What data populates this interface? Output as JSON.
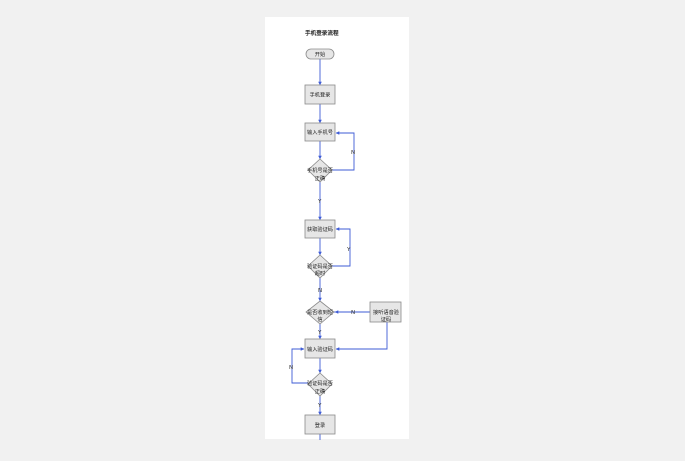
{
  "diagram": {
    "title": "手机登录流程",
    "nodes": {
      "start": "开始",
      "phone_login": "手机登录",
      "input_phone": "输入手机号",
      "phone_correct_1": "手机号是否",
      "phone_correct_2": "正确",
      "get_code": "获取验证码",
      "code_expired_1": "验证码是否",
      "code_expired_2": "超时",
      "received_sms_1": "是否收到短",
      "received_sms_2": "信",
      "voice_code_1": "接听语音验",
      "voice_code_2": "证码",
      "input_code": "输入验证码",
      "code_correct_1": "验证码是否",
      "code_correct_2": "正确",
      "login": "登录"
    },
    "edge_labels": {
      "phone_no": "N",
      "phone_yes": "Y",
      "expired_yes": "Y",
      "expired_no": "N",
      "sms_no": "N",
      "sms_yes": "Y",
      "code_no": "N",
      "code_yes": "Y"
    },
    "colors": {
      "page_background": "#f1f1f1",
      "canvas": "#ffffff",
      "node_fill": "#e6e6e6",
      "node_stroke": "#8a8a8a",
      "connector": "#3d5bd6",
      "text": "#222222"
    }
  }
}
